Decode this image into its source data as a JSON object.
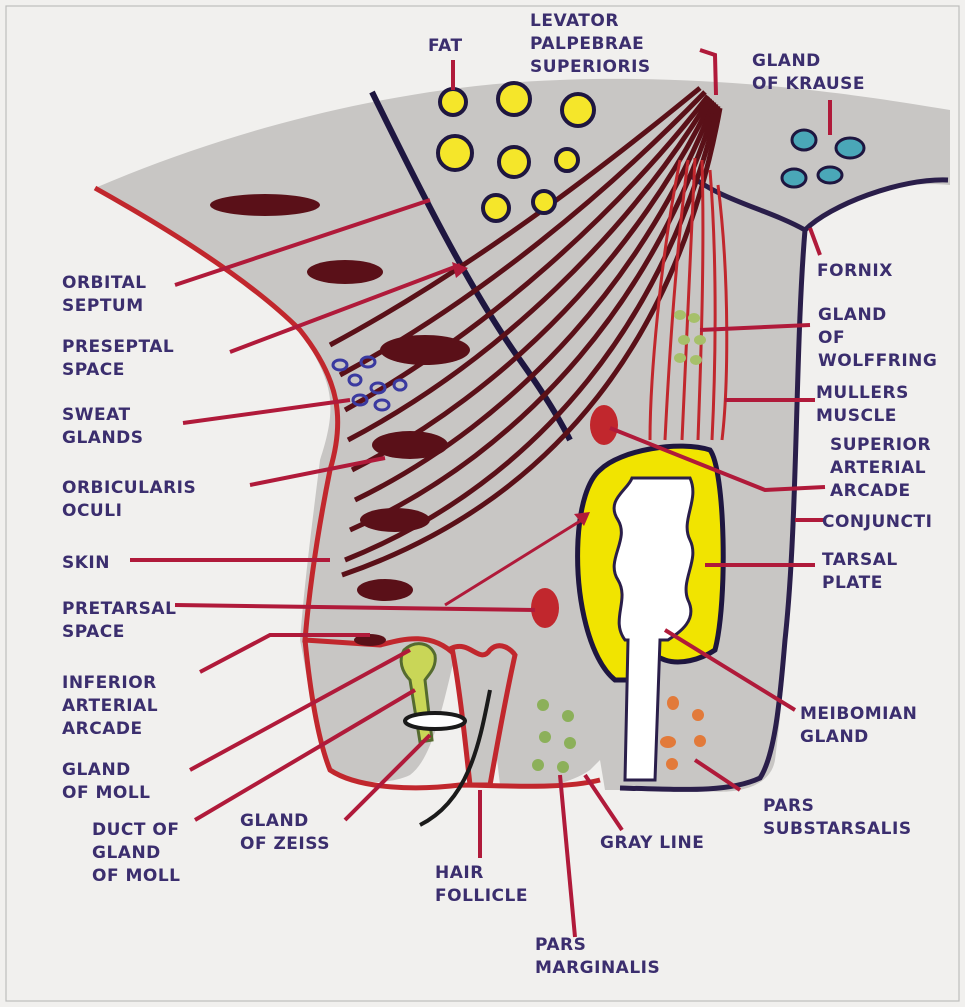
{
  "labels": {
    "fat": [
      "FAT"
    ],
    "levator": [
      "LEVATOR",
      "PALPEBRAE",
      "SUPERIORIS"
    ],
    "krause": [
      "GLAND",
      "OF KRAUSE"
    ],
    "fornix": [
      "FORNIX"
    ],
    "orbital_septum": [
      "ORBITAL",
      "SEPTUM"
    ],
    "preseptal": [
      "PRESEPTAL",
      "SPACE"
    ],
    "sweat": [
      "SWEAT",
      "GLANDS"
    ],
    "orbicularis": [
      "ORBICULARIS",
      "OCULI"
    ],
    "skin": [
      "SKIN"
    ],
    "pretarsal": [
      "PRETARSAL",
      "SPACE"
    ],
    "inferior_arcade": [
      "INFERIOR",
      "ARTERIAL",
      "ARCADE"
    ],
    "moll": [
      "GLAND",
      "OF MOLL"
    ],
    "duct_moll": [
      "DUCT OF",
      "GLAND",
      "OF MOLL"
    ],
    "zeiss": [
      "GLAND",
      "OF ZEISS"
    ],
    "hair": [
      "HAIR",
      "FOLLICLE"
    ],
    "marginalis": [
      "PARS",
      "MARGINALIS"
    ],
    "gray_line": [
      "GRAY LINE"
    ],
    "substarsalis": [
      "PARS",
      "SUBSTARSALIS"
    ],
    "meibomian": [
      "MEIBOMIAN",
      "GLAND"
    ],
    "tarsal": [
      "TARSAL",
      "PLATE"
    ],
    "conjunct": [
      "CONJUNCTI"
    ],
    "sup_arcade": [
      "SUPERIOR",
      "ARTERIAL",
      "ARCADE"
    ],
    "mullers": [
      "MULLERS",
      "MUSCLE"
    ],
    "wolffring": [
      "GLAND",
      "OF",
      "WOLFFRING"
    ]
  },
  "colors": {
    "tissue": "#c8c6c4",
    "skin_line": "#c1272d",
    "dark_line": "#2a1e4a",
    "muscle": "#5a1018",
    "label_text": "#3b2e6e",
    "leader": "#b01a3a",
    "fat": "#f5e62a",
    "tarsal": "#f1e400",
    "krause": "#4aa7b8",
    "sweat": "#3a3aa0",
    "wolffring": "#a6c06a",
    "pars_marginalis": "#8cb05a",
    "pars_substarsalis": "#e27a3a"
  }
}
